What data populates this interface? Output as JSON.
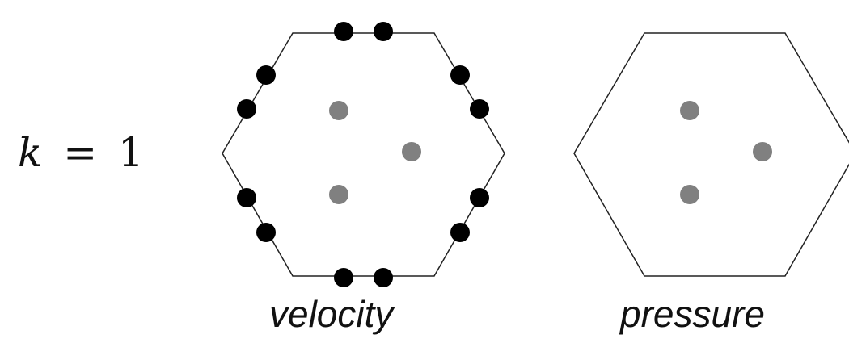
{
  "k_label": {
    "variable": "k",
    "operator": "=",
    "value": "1"
  },
  "captions": {
    "velocity": "velocity",
    "pressure": "pressure"
  },
  "colors": {
    "outline": "#222222",
    "edge_node": "#000000",
    "interior_node": "#808080",
    "text": "#111111"
  },
  "velocity_element": {
    "shape": "hexagon",
    "edge_nodes_per_edge": 2,
    "edge_node_count": 12,
    "interior_node_count": 3
  },
  "pressure_element": {
    "shape": "hexagon",
    "edge_node_count": 0,
    "interior_node_count": 3
  }
}
